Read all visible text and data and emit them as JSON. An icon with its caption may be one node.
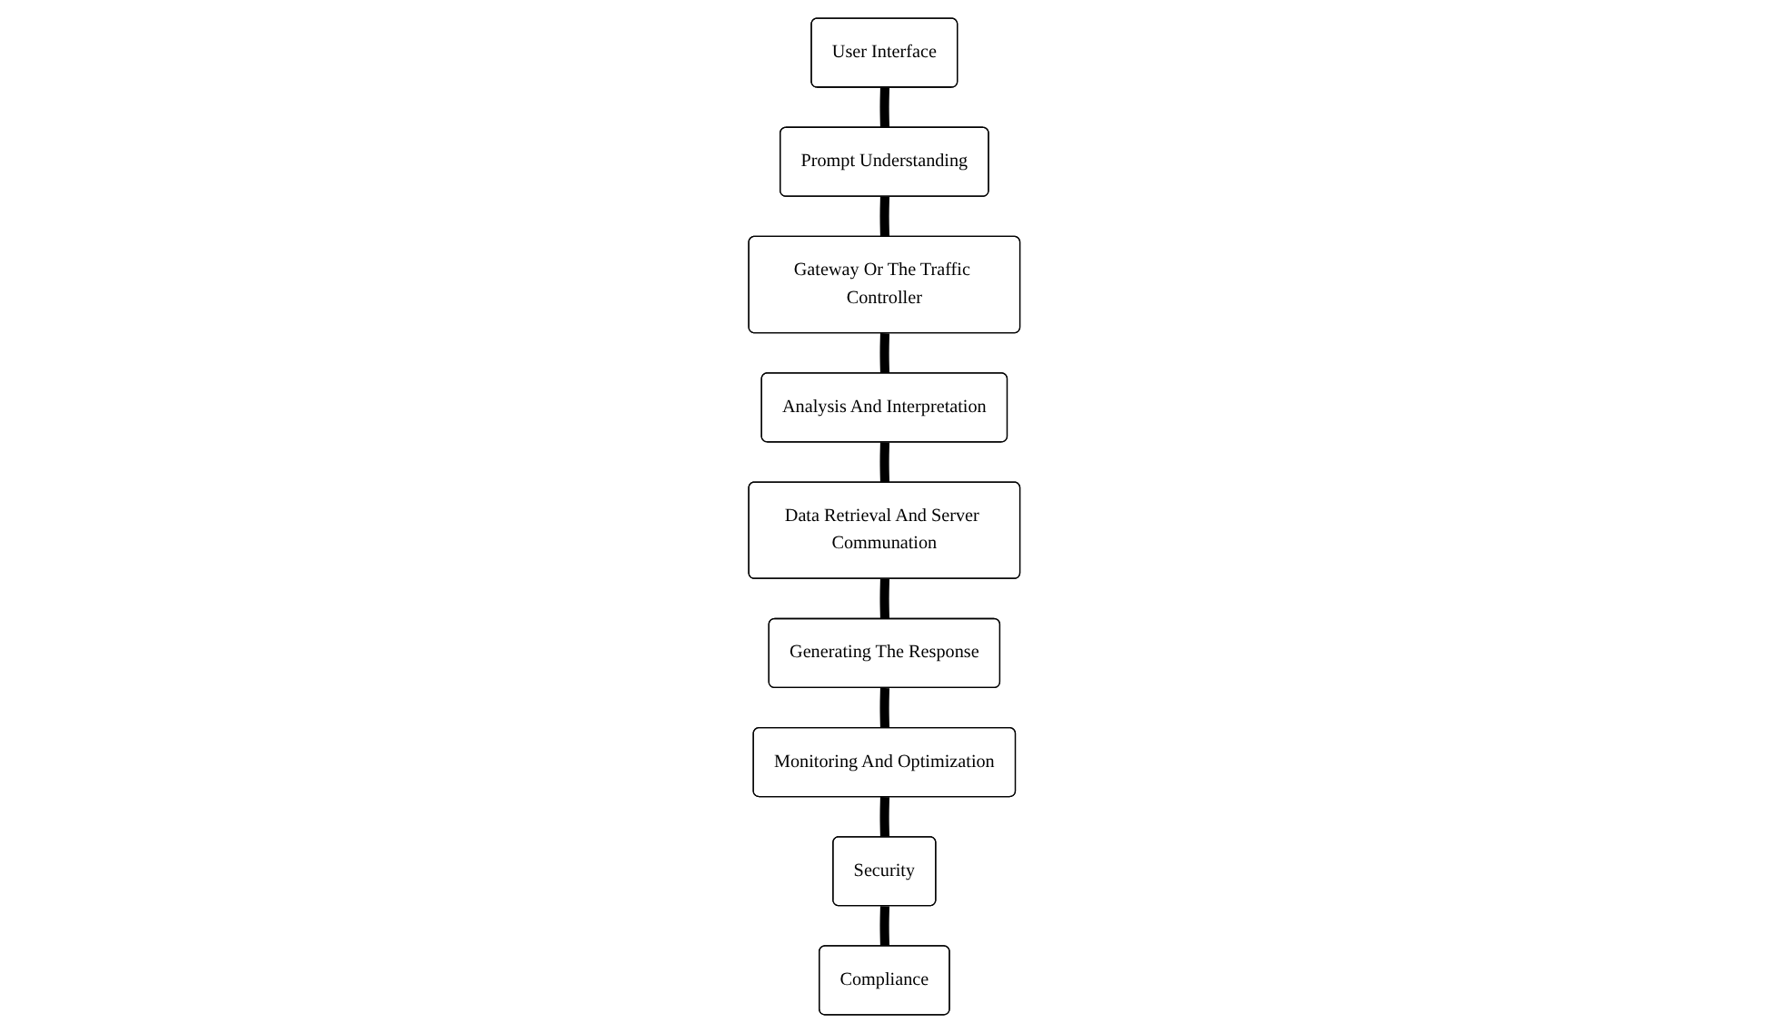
{
  "diagram": {
    "nodes": [
      {
        "text": [
          "User Interface"
        ]
      },
      {
        "text": [
          "Prompt Understanding"
        ]
      },
      {
        "text": [
          "Gateway Or The Traffic Controller"
        ]
      },
      {
        "text": [
          "Analysis And Interpretation"
        ]
      },
      {
        "text": [
          "Data Retrieval And Server Communation"
        ]
      },
      {
        "text": [
          "Generating The Response"
        ]
      },
      {
        "text": [
          "Monitoring And Optimization"
        ]
      },
      {
        "text": [
          "Security"
        ]
      },
      {
        "text": [
          "Compliance"
        ]
      }
    ],
    "edges": [
      {
        "from": 0,
        "to": 1,
        "arrow": "none"
      },
      {
        "from": 1,
        "to": 2,
        "arrow": "none"
      },
      {
        "from": 2,
        "to": 3,
        "arrow": "none"
      },
      {
        "from": 3,
        "to": 4,
        "arrow": "none"
      },
      {
        "from": 4,
        "to": 5,
        "arrow": "none"
      },
      {
        "from": 5,
        "to": 6,
        "arrow": "none"
      },
      {
        "from": 6,
        "to": 7,
        "arrow": "none"
      },
      {
        "from": 7,
        "to": 8,
        "arrow": "none"
      }
    ]
  }
}
